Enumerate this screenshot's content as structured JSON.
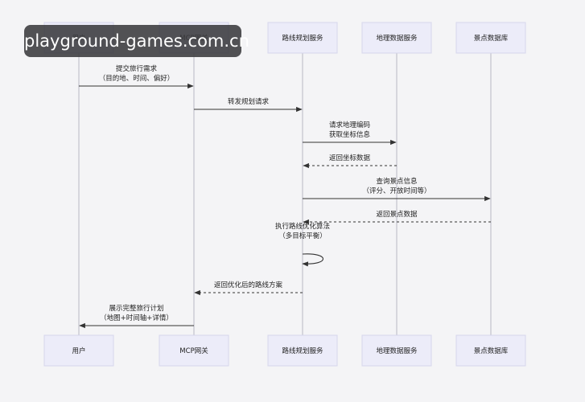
{
  "watermark": {
    "text": "playground-games.com.cn"
  },
  "participants": [
    {
      "id": "user",
      "label": "用户"
    },
    {
      "id": "gateway",
      "label": "MCP网关"
    },
    {
      "id": "route",
      "label": "路线规划服务"
    },
    {
      "id": "geo",
      "label": "地理数据服务"
    },
    {
      "id": "poi",
      "label": "景点数据库"
    }
  ],
  "messages": [
    {
      "from": "user",
      "to": "gateway",
      "style": "solid",
      "lines": [
        "提交旅行需求",
        "（目的地、时间、偏好）"
      ]
    },
    {
      "from": "gateway",
      "to": "route",
      "style": "solid",
      "lines": [
        "转发规划请求"
      ]
    },
    {
      "from": "route",
      "to": "geo",
      "style": "solid",
      "lines": [
        "请求地理编码",
        "获取坐标信息"
      ]
    },
    {
      "from": "geo",
      "to": "route",
      "style": "dashed",
      "lines": [
        "返回坐标数据"
      ]
    },
    {
      "from": "route",
      "to": "poi",
      "style": "solid",
      "lines": [
        "查询景点信息",
        "（评分、开放时间等）"
      ]
    },
    {
      "from": "poi",
      "to": "route",
      "style": "dashed",
      "lines": [
        "返回景点数据"
      ]
    },
    {
      "from": "route",
      "to": "route",
      "style": "self",
      "lines": [
        "执行路线优化算法",
        "（多目标平衡）"
      ]
    },
    {
      "from": "route",
      "to": "gateway",
      "style": "dashed",
      "lines": [
        "返回优化后的路线方案"
      ]
    },
    {
      "from": "gateway",
      "to": "user",
      "style": "solid",
      "lines": [
        "展示完整旅行计划",
        "（地图+时间轴+详情）"
      ]
    }
  ],
  "colors": {
    "box_fill": "#ececf9",
    "box_stroke": "#d6d6ec",
    "lifeline": "#b9b9c4",
    "arrow": "#333333",
    "text": "#222222"
  }
}
